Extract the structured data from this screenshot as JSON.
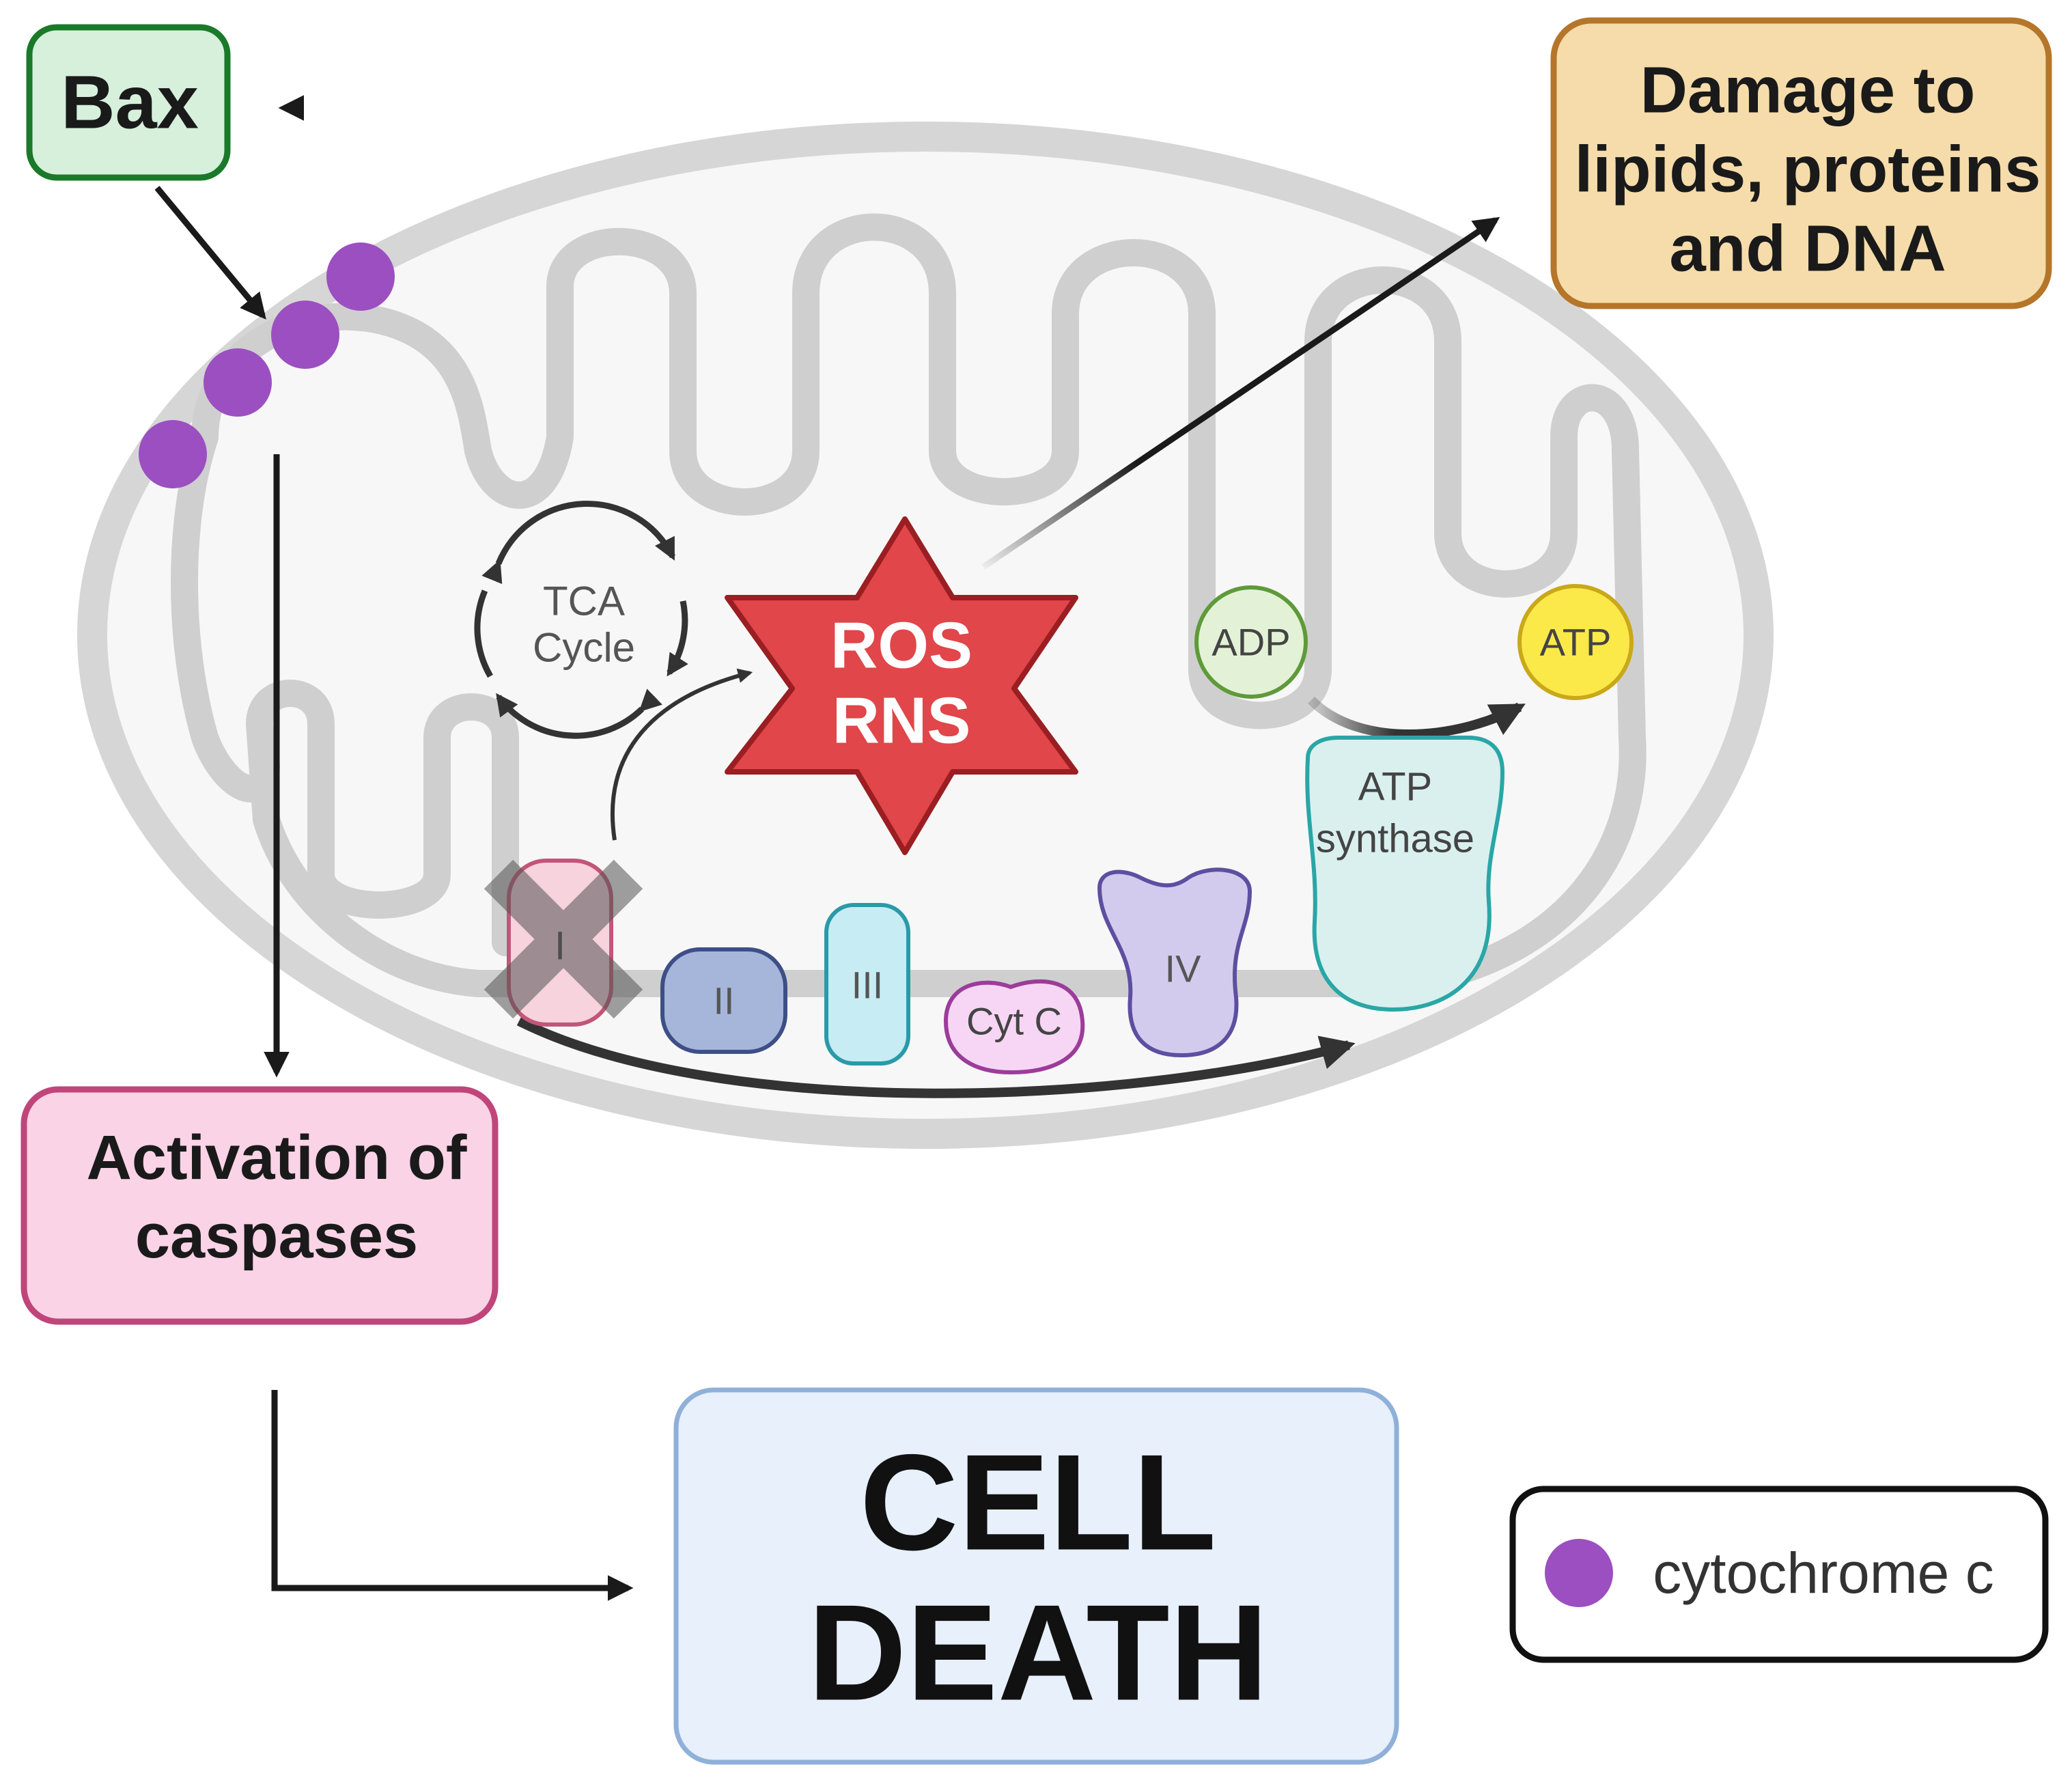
{
  "labels": {
    "bax": "Bax",
    "damage_line1": "Damage to",
    "damage_line2": "lipids, proteins",
    "damage_line3": "and DNA",
    "activation_line1": "Activation of",
    "activation_line2": "caspases",
    "cell_death_line1": "CELL",
    "cell_death_line2": "DEATH",
    "legend_text": "cytochrome c",
    "tca_line1": "TCA",
    "tca_line2": "Cycle",
    "ros": "ROS",
    "rns": "RNS",
    "adp": "ADP",
    "atp": "ATP",
    "atp_synthase_line1": "ATP",
    "atp_synthase_line2": "synthase",
    "complex_1": "I",
    "complex_2": "II",
    "complex_3": "III",
    "cyt_c": "Cyt C",
    "complex_4": "IV"
  },
  "colors": {
    "bax_fill": "#d6f0dc",
    "bax_stroke": "#1a7a2a",
    "damage_fill": "#f5dcaa",
    "damage_stroke": "#b5762a",
    "activation_fill": "#fbd3e6",
    "activation_stroke": "#c0457a",
    "cell_death_fill": "#e7f0fb",
    "cell_death_stroke": "#8fb0d8",
    "cytochrome": "#9b4fc0",
    "ros_fill": "#e0464a",
    "ros_stroke": "#9a1e22",
    "adp_fill": "#e3f2d6",
    "adp_stroke": "#5f9a3a",
    "atp_fill": "#fbe94a",
    "atp_stroke": "#c9a81a",
    "synthase_fill": "#d9f0ef",
    "synthase_stroke": "#2aa6a6",
    "complex1_fill": "#f7d3dd",
    "complex1_stroke": "#c25678",
    "complex2_fill": "#a6b6da",
    "complex2_stroke": "#3d4f86",
    "complex3_fill": "#c7ecf4",
    "complex3_stroke": "#2a9aa8",
    "cytc_fill": "#f6d6f4",
    "cytc_stroke": "#9c3c9a",
    "complex4_fill": "#d2cbee",
    "complex4_stroke": "#5d4fa0",
    "mito_outer": "#d6d6d6",
    "mito_inner": "#c9c9c9",
    "arrow": "#1a1a1a"
  }
}
